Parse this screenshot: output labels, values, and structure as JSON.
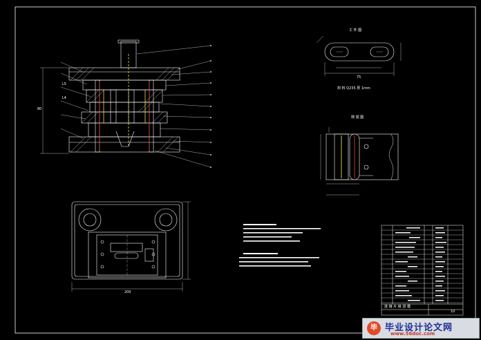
{
  "colors": {
    "background": "#000000",
    "lines": "#ffffff",
    "accent_yellow": "#f1e04a",
    "accent_red": "#d63a2a",
    "accent_blue": "#2a48c8"
  },
  "drawing": {
    "part_view_title": "工 件 图",
    "part_note": "材 料 Q235  厚 1mm",
    "side_view_title": "侧 视 图",
    "dim_left_a": "L5",
    "dim_left_b": "L4",
    "dim_total": "80",
    "dim_plan_bottom": "200",
    "dim_part_width": "75",
    "sheet_no": "10",
    "title_block_name": "连 接 片 级 进 模"
  },
  "watermark": {
    "logo": "毕",
    "cn_text": "毕业设计论文网",
    "url": "www.56doc.com"
  }
}
